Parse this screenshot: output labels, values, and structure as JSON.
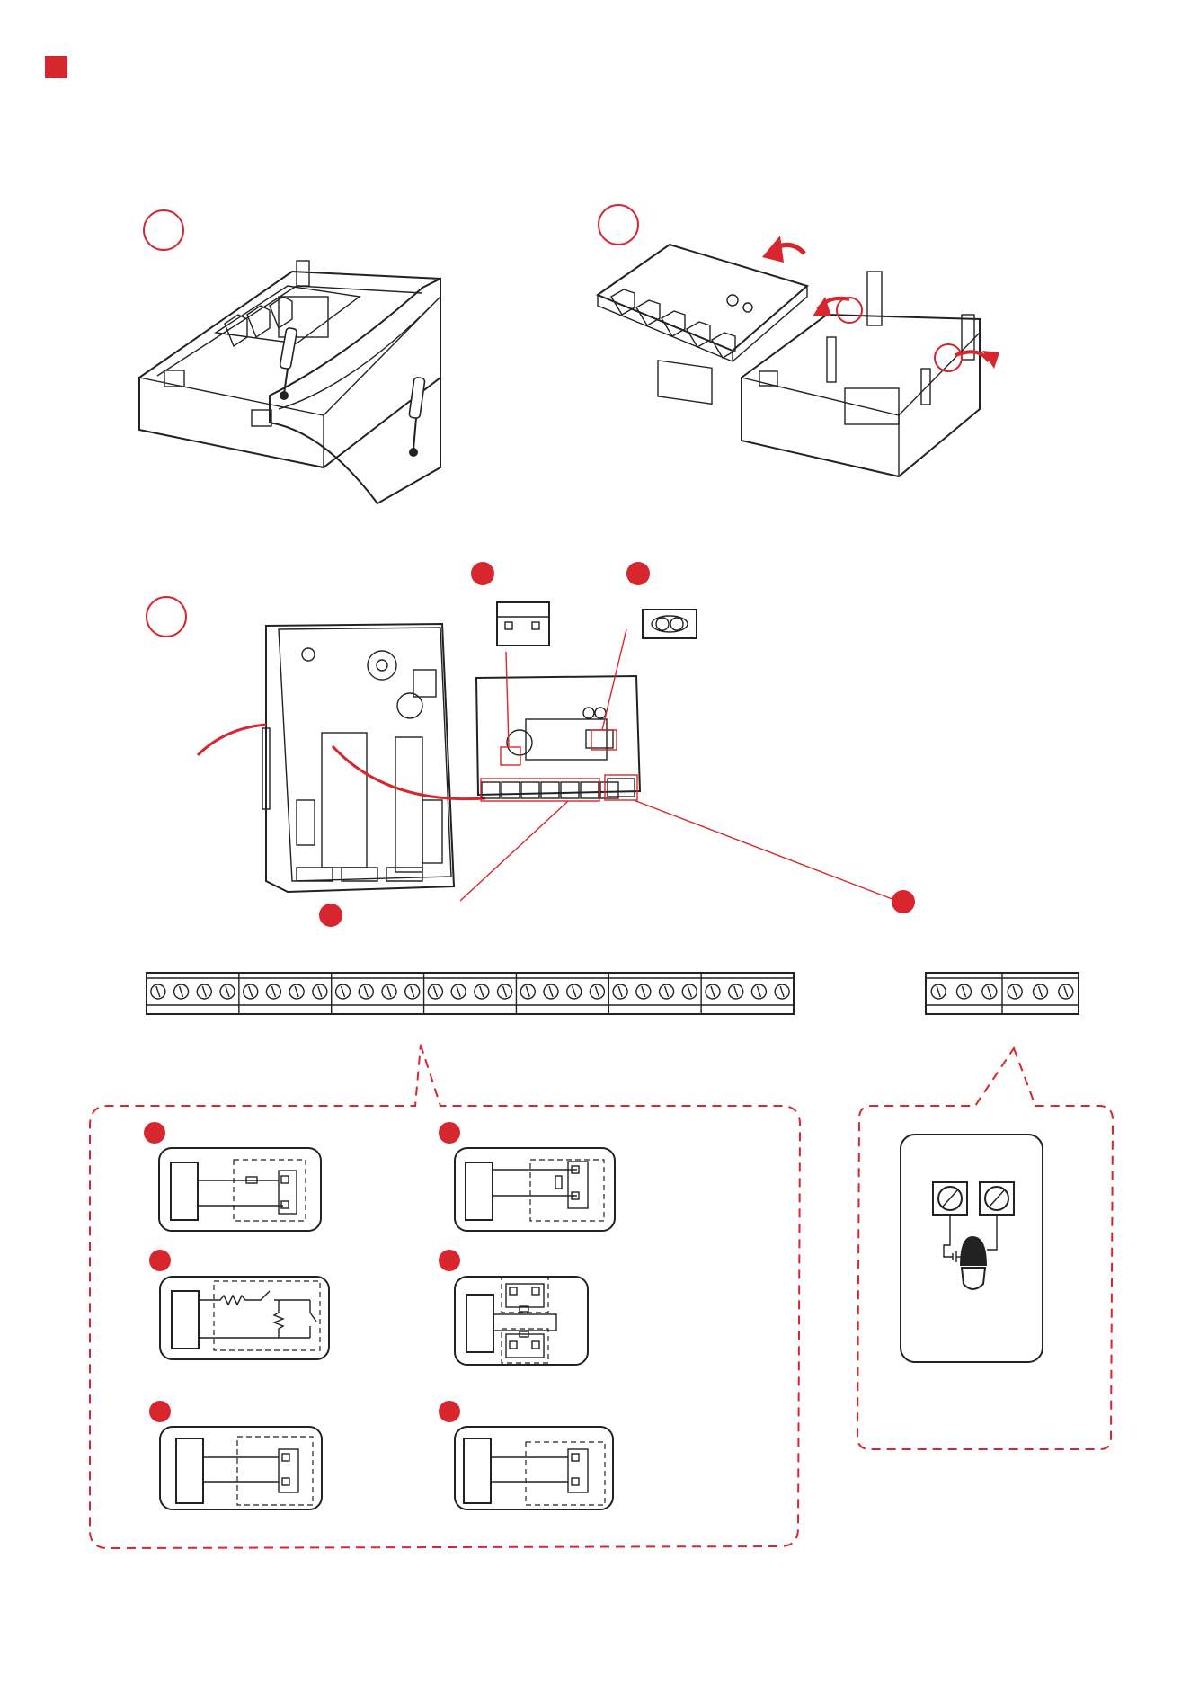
{
  "page": {
    "header_marker_color": "#d7262e",
    "accent": "#d7262e"
  },
  "steps": {
    "step1": {
      "label": ""
    },
    "step2": {
      "label": ""
    },
    "step3": {
      "label": ""
    }
  },
  "terminal_strips": {
    "main": {
      "groups": 7,
      "screws_per_group": [
        4,
        4,
        4,
        4,
        4,
        4,
        4
      ]
    },
    "aux": {
      "groups": 2,
      "screws_per_group": [
        3,
        3
      ]
    }
  },
  "wiring_examples": {
    "count": 6
  },
  "icons": [
    "screwdriver-icon",
    "rotate-arrow-icon",
    "terminal-screw-icon",
    "resistor-icon",
    "switch-icon",
    "siren-icon"
  ]
}
